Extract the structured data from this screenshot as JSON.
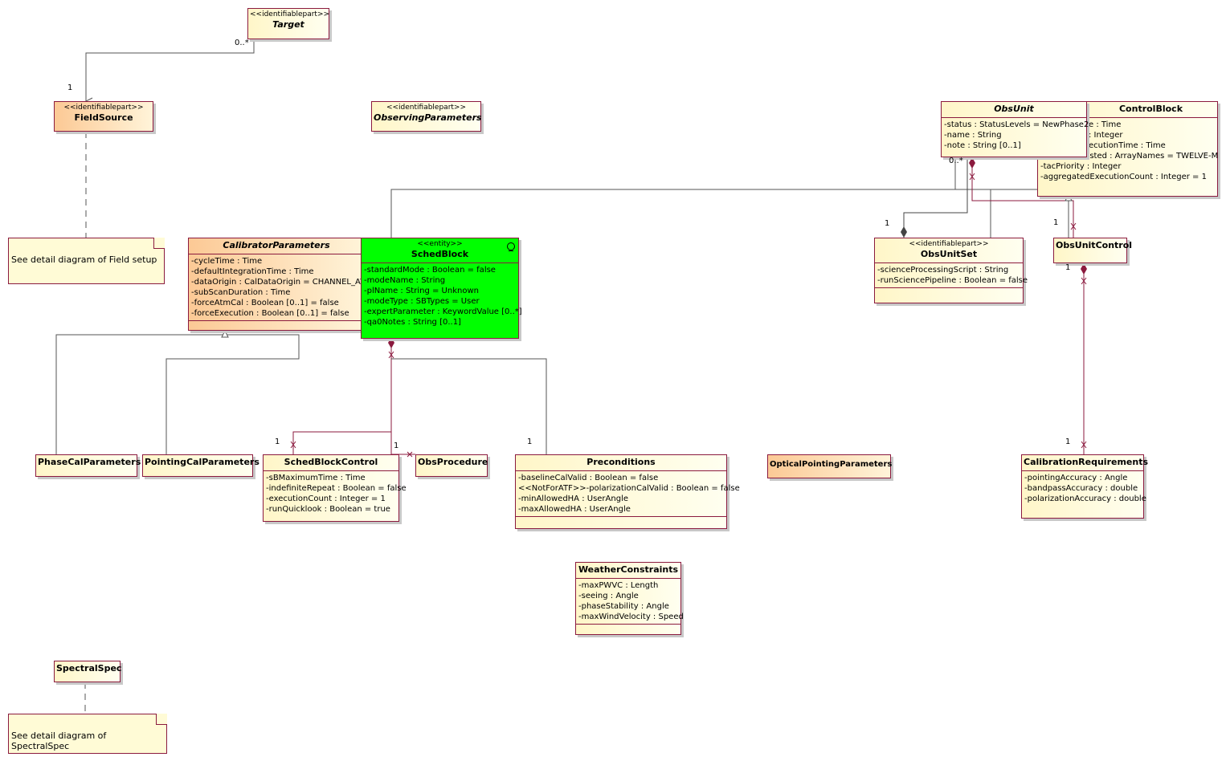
{
  "classes": {
    "target": {
      "stereotype": "<<identifiablepart>>",
      "name": "Target"
    },
    "field_source": {
      "stereotype": "<<identifiablepart>>",
      "name": "FieldSource"
    },
    "observing_parameters": {
      "stereotype": "<<identifiablepart>>",
      "name": "ObservingParameters"
    },
    "obs_unit": {
      "name": "ObsUnit",
      "attributes": [
        "-status : StatusLevels = NewPhase2",
        "-name : String",
        "-note : String [0..1]"
      ]
    },
    "control_block": {
      "name": "ControlBlock",
      "attributes": [
        "e : Time",
        ": Integer",
        "ecutionTime : Time",
        "-arrayRequested : ArrayNames = TWELVE-M",
        "-tacPriority : Integer",
        "-aggregatedExecutionCount : Integer = 1"
      ]
    },
    "calibrator_parameters": {
      "name": "CalibratorParameters",
      "attributes": [
        "-cycleTime : Time",
        "-defaultIntegrationTime : Time",
        "-dataOrigin : CalDataOrigin = CHANNEL_AVE",
        "-subScanDuration : Time",
        "-forceAtmCal : Boolean [0..1] = false",
        "-forceExecution : Boolean [0..1] = false"
      ]
    },
    "sched_block": {
      "stereotype": "<<entity>>",
      "name": "SchedBlock",
      "attributes": [
        "-standardMode : Boolean = false",
        "-modeName : String",
        "-plName : String = Unknown",
        "-modeType : SBTypes = User",
        "-expertParameter : KeywordValue [0..*]",
        "-qa0Notes : String [0..1]"
      ]
    },
    "obs_unit_set": {
      "stereotype": "<<identifiablepart>>",
      "name": "ObsUnitSet",
      "attributes": [
        "-scienceProcessingScript : String",
        "-runSciencePipeline : Boolean = false"
      ]
    },
    "obs_unit_control": {
      "name": "ObsUnitControl"
    },
    "phase_cal_parameters": {
      "name": "PhaseCalParameters"
    },
    "pointing_cal_parameters": {
      "name": "PointingCalParameters"
    },
    "sched_block_control": {
      "name": "SchedBlockControl",
      "attributes": [
        "-sBMaximumTime : Time",
        "-indefiniteRepeat : Boolean = false",
        "-executionCount : Integer = 1",
        "-runQuicklook : Boolean = true"
      ]
    },
    "obs_procedure": {
      "name": "ObsProcedure"
    },
    "preconditions": {
      "name": "Preconditions",
      "attributes": [
        "-baselineCalValid : Boolean = false",
        "<<NotForATF>>-polarizationCalValid : Boolean = false",
        "-minAllowedHA : UserAngle",
        "-maxAllowedHA : UserAngle"
      ]
    },
    "optical_pointing_parameters": {
      "name": "OpticalPointingParameters"
    },
    "calibration_requirements": {
      "name": "CalibrationRequirements",
      "attributes": [
        "-pointingAccuracy : Angle",
        "-bandpassAccuracy : double",
        "-polarizationAccuracy : double"
      ]
    },
    "weather_constraints": {
      "name": "WeatherConstraints",
      "attributes": [
        "-maxPWVC : Length",
        "-seeing : Angle",
        "-phaseStability : Angle",
        "-maxWindVelocity : Speed"
      ]
    },
    "spectral_spec": {
      "name": "SpectralSpec"
    }
  },
  "notes": {
    "field_setup": "See detail diagram of Field setup",
    "spectral_spec": "See detail diagram of SpectralSpec"
  },
  "multiplicities": {
    "target_many": "0..*",
    "fieldsource_one": "1",
    "obsunit_many": "0..*",
    "obsunitset_one": "1",
    "obsunitcontrol_top": "1",
    "obsunitcontrol_bottom": "1",
    "calreq_one": "1",
    "sbcontrol_one": "1",
    "obsprocedure_one": "1",
    "preconditions_one": "1"
  }
}
